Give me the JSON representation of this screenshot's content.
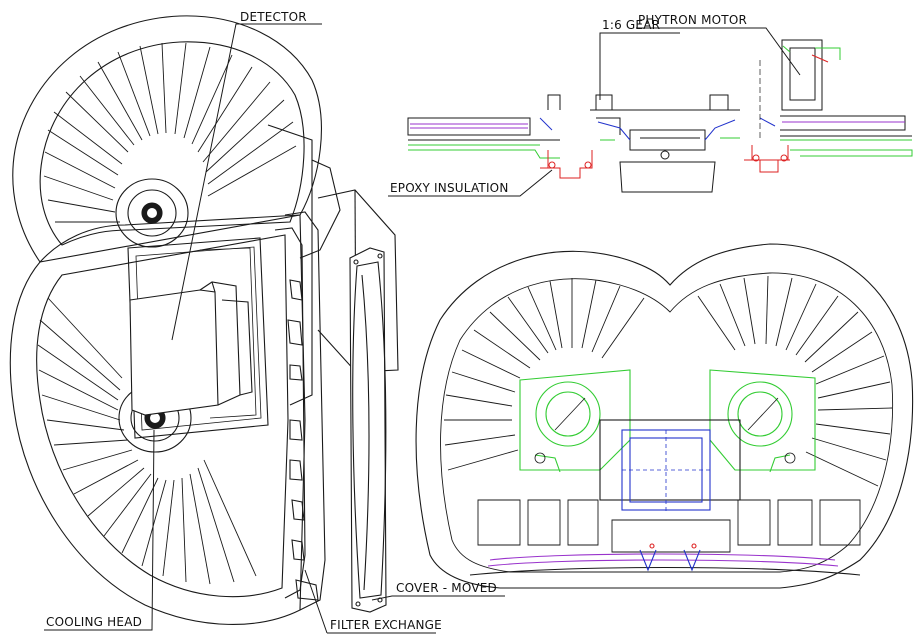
{
  "labels": {
    "detector": "DETECTOR",
    "phytron_motor": "PHYTRON MOTOR",
    "gear": "1:6 GEAR",
    "epoxy_insulation": "EPOXY INSULATION",
    "cooling_head": "COOLING HEAD",
    "filter_exchange": "FILTER EXCHANGE",
    "cover_moved": "COVER - MOVED"
  },
  "colors": {
    "line": "#1a1a1a",
    "green": "#33cc33",
    "blue": "#2233cc",
    "red": "#dd2222",
    "purple": "#9933cc",
    "background": "#ffffff"
  }
}
